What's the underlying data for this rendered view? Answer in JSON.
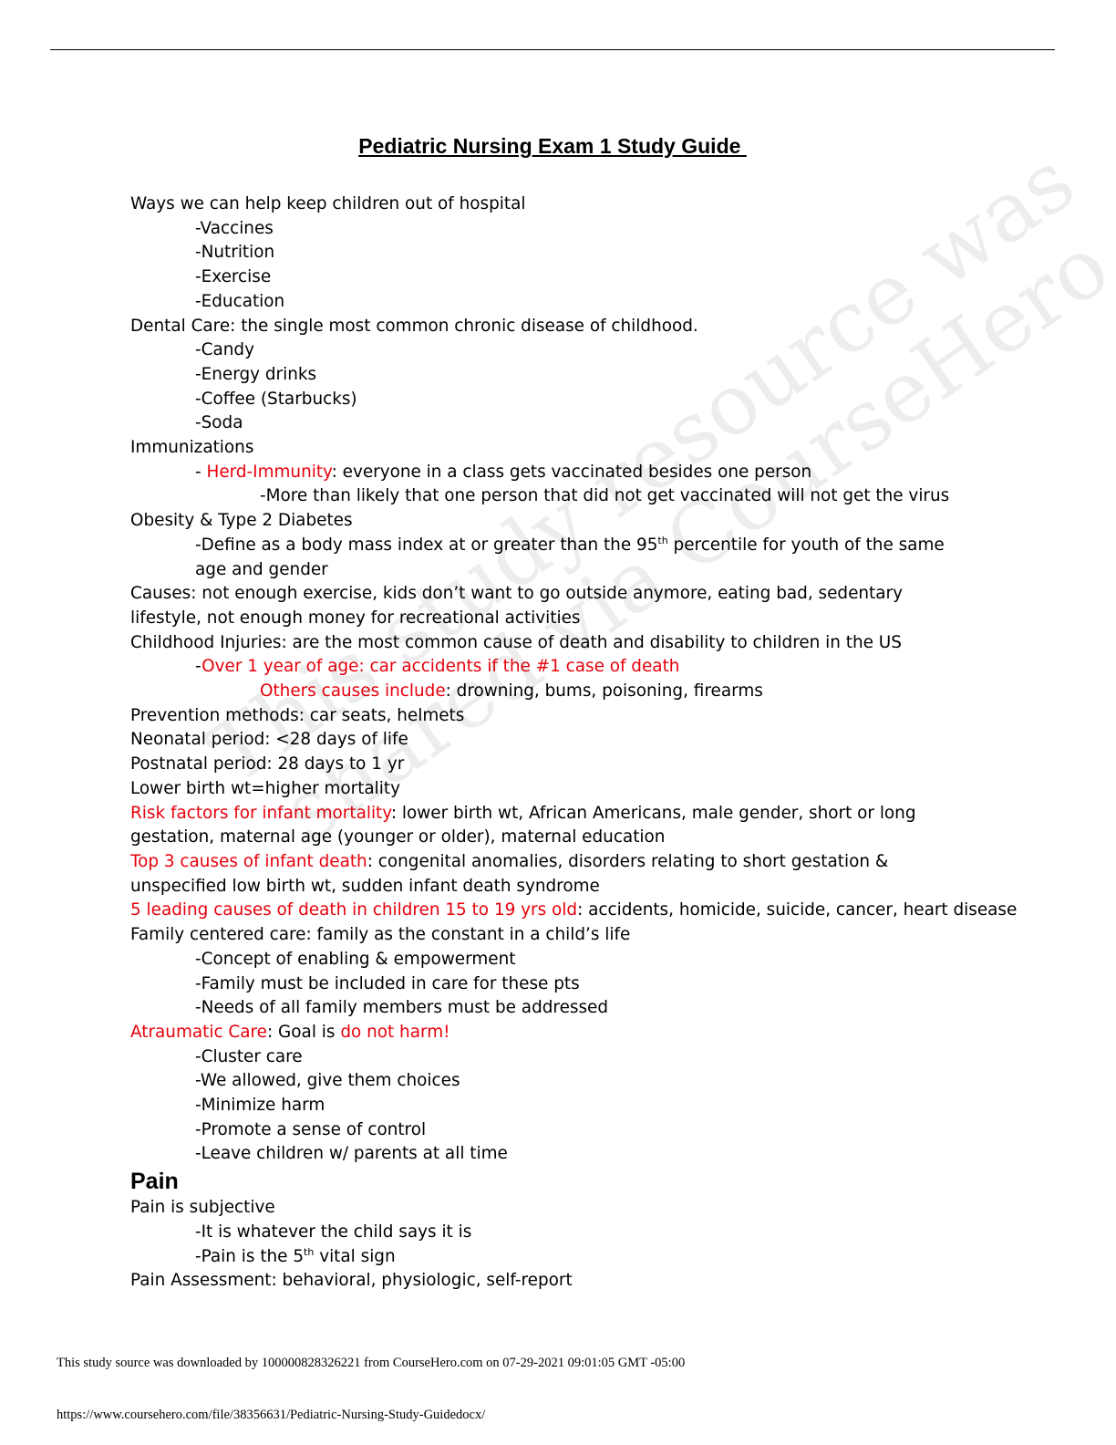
{
  "document": {
    "title": "Pediatric Nursing Exam 1 Study Guide ",
    "lines": {
      "l1": "Ways we can help keep children out of hospital",
      "l2": "-Vaccines",
      "l3": "-Nutrition",
      "l4": "-Exercise",
      "l5": "-Education",
      "l6": "Dental Care: the single most common chronic disease of childhood.",
      "l7": "-Candy",
      "l8": "-Energy drinks",
      "l9": "-Coffee (Starbucks)",
      "l10": "-Soda",
      "l11": "Immunizations",
      "l12_pre": "- ",
      "l12_red": "Herd-Immunity",
      "l12_post": ": everyone in a class gets vaccinated besides one person",
      "l13": "-More than likely that one person that did not get vaccinated will not get the virus",
      "l14": "Obesity & Type 2 Diabetes",
      "l15_pre": "-Define as a body mass index at or greater than the 95",
      "l15_sup": "th",
      "l15_post": " percentile for youth of the same age and gender",
      "l16": "Causes: not enough exercise, kids don’t want to go outside anymore, eating bad, sedentary lifestyle, not enough money for recreational activities",
      "l17": "Childhood Injuries: are the most common cause of death and disability to children in the US",
      "l18_pre": "-",
      "l18_red": "Over 1 year of age: car accidents if the #1 case of death",
      "l19_red": "Others causes include",
      "l19_post": ": drowning, bums, poisoning, firearms",
      "l20": "Prevention methods: car seats, helmets",
      "l21": "Neonatal period: <28 days of life",
      "l22": "Postnatal period: 28 days to 1 yr",
      "l23": "Lower birth wt=higher mortality",
      "l24_red": "Risk factors for infant mortality",
      "l24_post": ": lower birth wt, African Americans, male gender, short or long gestation, maternal age (younger or older), maternal education",
      "l25_red": "Top 3 causes of infant death",
      "l25_post": ": congenital anomalies, disorders relating to short gestation & unspecified low birth wt, sudden infant death syndrome",
      "l26_red": "5 leading causes of death in children 15 to 19 yrs old",
      "l26_post": ": accidents, homicide, suicide, cancer, heart disease",
      "l27": "Family centered care: family as the constant in a child’s life",
      "l28": "-Concept of enabling & empowerment",
      "l29": "-Family must be included in care for these pts",
      "l30": "-Needs of all family members must be addressed",
      "l31_red": "Atraumatic Care",
      "l31_mid": ": Goal is ",
      "l31_red2": "do not harm!",
      "l32": "-Cluster care",
      "l33": "-We allowed, give them choices",
      "l34": "-Minimize harm",
      "l35": "-Promote a sense of control",
      "l36": "-Leave children w/ parents at all time",
      "heading_pain": "Pain",
      "l37": "Pain is subjective",
      "l38": "-It is whatever the child says it is",
      "l39_pre": "-Pain is the 5",
      "l39_sup": "th",
      "l39_post": " vital sign",
      "l40": "Pain Assessment: behavioral, physiologic, self-report"
    }
  },
  "watermark": {
    "line1": "This study resource was",
    "line2": "shared via CourseHero.com"
  },
  "footer": {
    "download_note": "This study source was downloaded by 100000828326221 from CourseHero.com on 07-29-2021 09:01:05 GMT -05:00",
    "url": "https://www.coursehero.com/file/38356631/Pediatric-Nursing-Study-Guidedocx/"
  }
}
